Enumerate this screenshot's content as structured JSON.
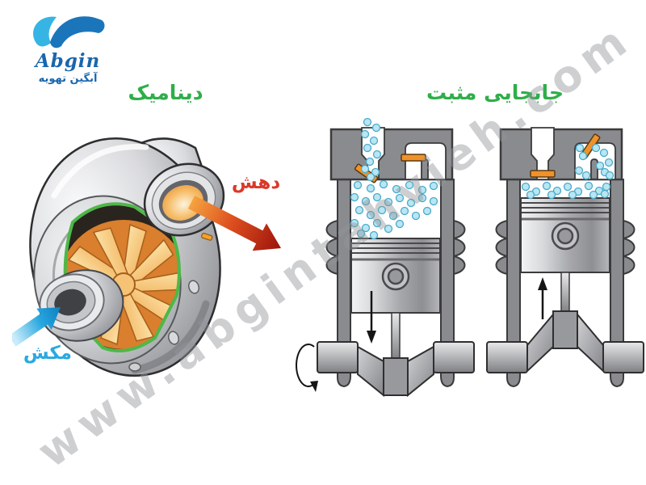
{
  "logo": {
    "brand": "Abgin",
    "tagline": "آبگین تهویه"
  },
  "labels": {
    "dynamic": "دینامیک",
    "positive_displacement": "جابجایی مثبت",
    "discharge": "دهش",
    "suction": "مکش"
  },
  "watermark": {
    "text": "www.abgintahvieh.com"
  },
  "colors": {
    "label_green": "#2fae49",
    "discharge_red": "#da392a",
    "suction_blue": "#2aa9e0",
    "logo_blue_dark": "#1a66ad",
    "logo_blue_light": "#36b5e5",
    "valve_orange": "#f0922b",
    "molecule_fill": "#b8e6f2",
    "molecule_stroke": "#4aa9c9",
    "metal_gray": "#8a8b8e",
    "impeller_orange": "#e8923a",
    "seal_green": "#4db848",
    "watermark_gray": "#919498"
  }
}
